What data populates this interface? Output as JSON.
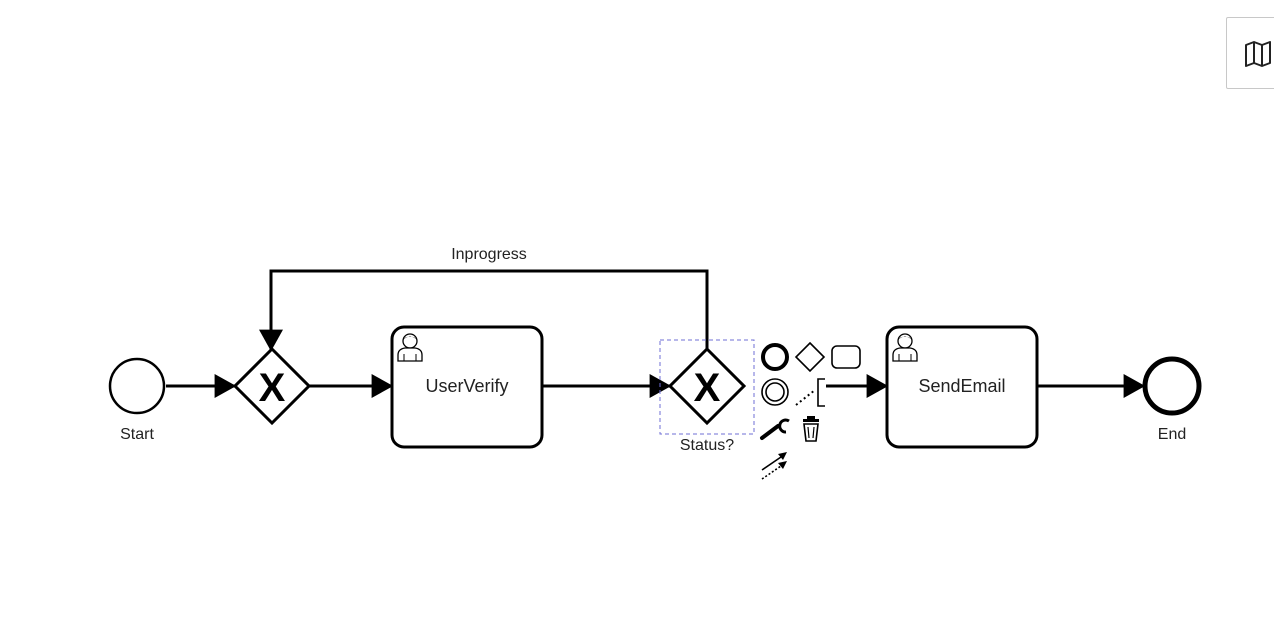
{
  "diagram": {
    "start_event": {
      "label": "Start"
    },
    "gateway_1": {
      "marker": "X"
    },
    "task_user_verify": {
      "label": "UserVerify",
      "icon": "user-icon"
    },
    "gateway_status": {
      "marker": "X",
      "label": "Status?"
    },
    "task_send_email": {
      "label": "SendEmail",
      "icon": "user-icon"
    },
    "end_event": {
      "label": "End"
    },
    "flow_inprogress": {
      "label": "Inprogress"
    }
  },
  "context_pad": {
    "items": [
      {
        "icon": "end-event-icon"
      },
      {
        "icon": "gateway-icon"
      },
      {
        "icon": "task-icon"
      },
      {
        "icon": "intermediate-event-icon"
      },
      {
        "icon": "text-annotation-icon"
      },
      {
        "icon": "wrench-icon"
      },
      {
        "icon": "delete-icon"
      },
      {
        "icon": "connect-icon"
      }
    ]
  },
  "toolbar": {
    "minimap_icon": "map-icon"
  },
  "colors": {
    "stroke": "#000000",
    "selection": "#6f6fd6",
    "background": "#ffffff"
  }
}
